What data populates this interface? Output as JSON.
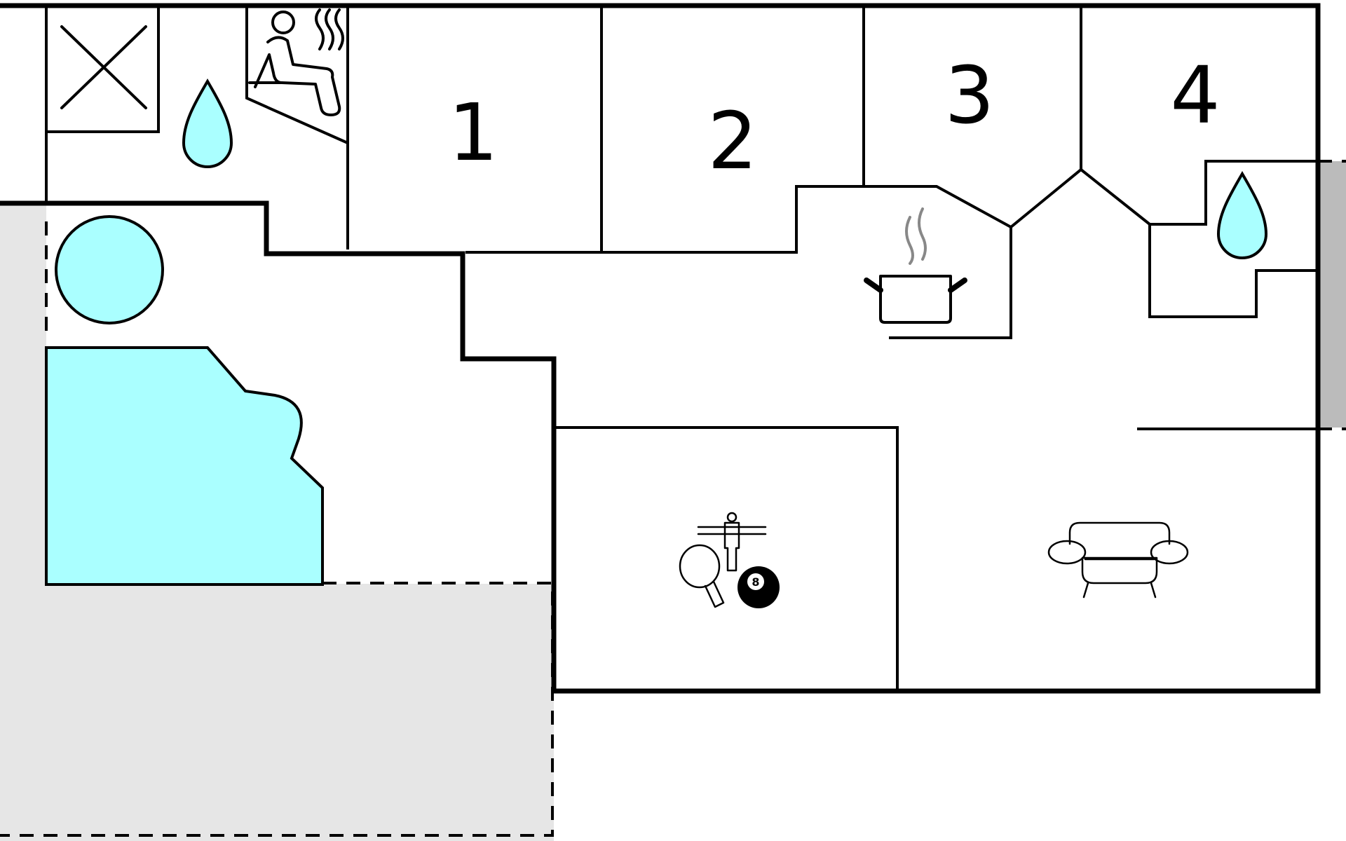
{
  "rooms": [
    {
      "id": "bedroom-1",
      "label": "1"
    },
    {
      "id": "bedroom-2",
      "label": "2"
    },
    {
      "id": "bedroom-3",
      "label": "3"
    },
    {
      "id": "bedroom-4",
      "label": "4"
    }
  ],
  "games": {
    "ball_number": "8"
  },
  "colors": {
    "water": "#aaffff",
    "terrace": "#e6e6e6",
    "neighbor": "#bbbbbb",
    "wall": "#000000",
    "steam": "#888888"
  },
  "icons": [
    "bathroom-droplet-icon",
    "sauna-icon",
    "kitchen-pot-icon",
    "games-icon",
    "sofa-icon",
    "hot-tub-icon",
    "pool-icon",
    "shower-icon",
    "void-cross-icon"
  ]
}
